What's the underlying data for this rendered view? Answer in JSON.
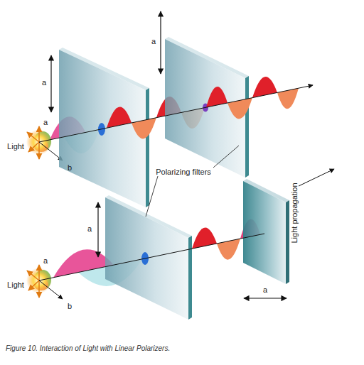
{
  "diagram": {
    "caption": "Figure 10. Interaction of Light with Linear Polarizers.",
    "labels": [
      "a",
      "a",
      "a",
      "Light",
      "b",
      "Polarizing filters",
      "Light propagation",
      "a",
      "a",
      "a",
      "Light",
      "b"
    ]
  }
}
